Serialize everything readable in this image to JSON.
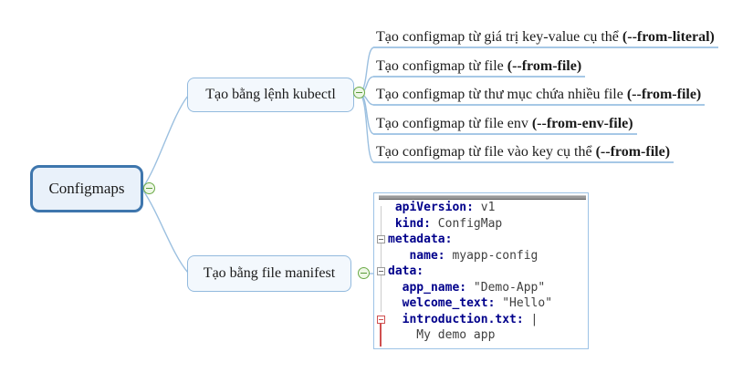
{
  "root": {
    "label": "Configmaps"
  },
  "branch_kubectl": {
    "label": "Tạo bằng lệnh kubectl"
  },
  "branch_manifest": {
    "label": "Tạo bằng file manifest"
  },
  "leaves": [
    {
      "text": "Tạo configmap từ giá trị key-value cụ thể ",
      "flag": "(--from-literal)"
    },
    {
      "text": "Tạo configmap từ file ",
      "flag": "(--from-file)"
    },
    {
      "text": "Tạo configmap từ thư mục chứa nhiều file ",
      "flag": "(--from-file)"
    },
    {
      "text": "Tạo configmap từ file env ",
      "flag": "(--from-env-file)"
    },
    {
      "text": "Tạo configmap từ file vào key cụ thể ",
      "flag": "(--from-file)"
    }
  ],
  "code_block": {
    "language": "yaml",
    "lines": [
      {
        "fold": null,
        "tokens": [
          {
            "c": "k",
            "s": " apiVersion:"
          },
          {
            "c": "v",
            "s": " v1"
          }
        ]
      },
      {
        "fold": null,
        "tokens": [
          {
            "c": "k",
            "s": " kind:"
          },
          {
            "c": "v",
            "s": " ConfigMap"
          }
        ]
      },
      {
        "fold": "gray",
        "tokens": [
          {
            "c": "k",
            "s": "metadata:"
          }
        ]
      },
      {
        "fold": null,
        "tokens": [
          {
            "c": "k",
            "s": "   name:"
          },
          {
            "c": "v",
            "s": " myapp-config"
          }
        ]
      },
      {
        "fold": "gray",
        "tokens": [
          {
            "c": "k",
            "s": "data:"
          }
        ]
      },
      {
        "fold": null,
        "tokens": [
          {
            "c": "k",
            "s": "  app_name:"
          },
          {
            "c": "v",
            "s": " \"Demo-App\""
          }
        ]
      },
      {
        "fold": null,
        "tokens": [
          {
            "c": "k",
            "s": "  welcome_text:"
          },
          {
            "c": "v",
            "s": " \"Hello\""
          }
        ]
      },
      {
        "fold": "red",
        "tokens": [
          {
            "c": "k",
            "s": "  introduction.txt:"
          },
          {
            "c": "v",
            "s": " |"
          }
        ]
      },
      {
        "fold": null,
        "tokens": [
          {
            "c": "v",
            "s": "    My demo app"
          }
        ]
      }
    ]
  },
  "icons": {
    "collapse_root": "minus-circle",
    "collapse_kubectl": "minus-circle",
    "collapse_manifest": "minus-circle"
  },
  "colors": {
    "root_border": "#3e76ad",
    "branch_border": "#92bade",
    "connector": "#9cc0e0",
    "leaf_underline": "#a6c8e6",
    "collapse_green": "#5a9a3a",
    "code_key": "#00008b",
    "code_value": "#404040",
    "fold_red": "#d05050",
    "code_border": "#9dc3e6"
  }
}
